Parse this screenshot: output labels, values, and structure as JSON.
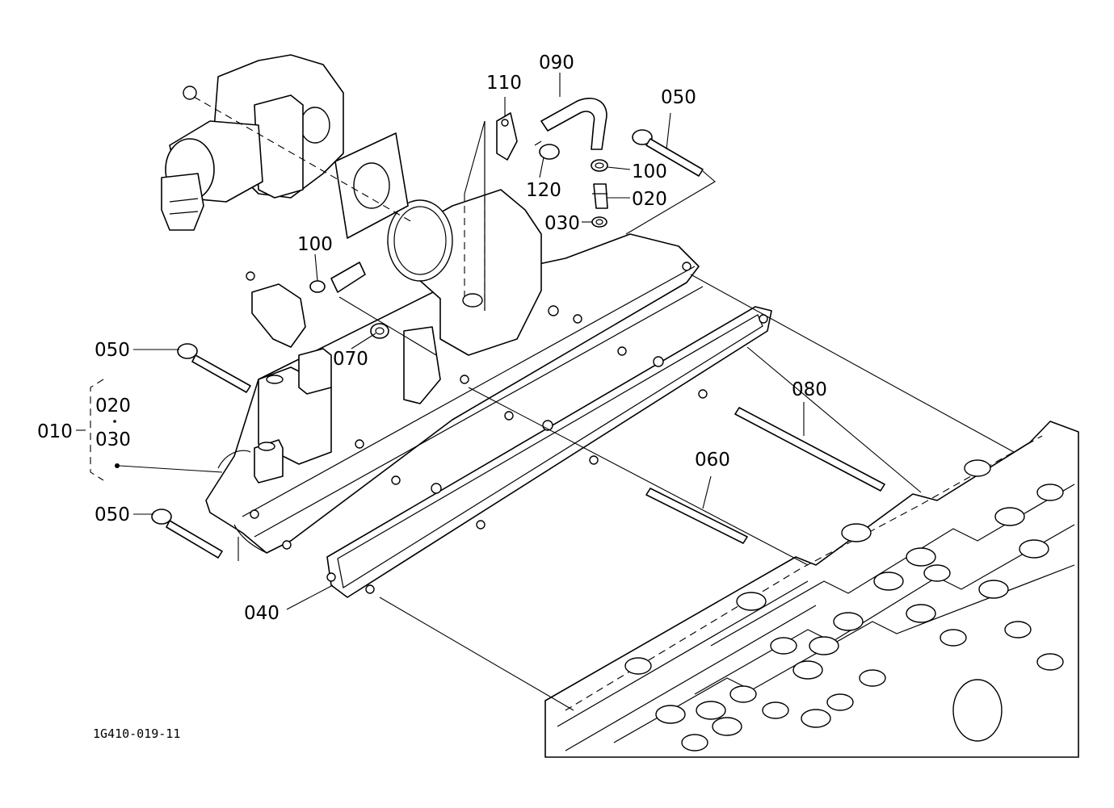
{
  "figure_ref": "1G410-019-11",
  "callouts": {
    "c110": "110",
    "c090": "090",
    "c050_top": "050",
    "c100_right": "100",
    "c120": "120",
    "c020_right": "020",
    "c030_right": "030",
    "c100_left": "100",
    "c050_left": "050",
    "c070": "070",
    "c080": "080",
    "c020_group": "020",
    "c010": "010",
    "c030_group": "030",
    "c060": "060",
    "c050_bottom": "050",
    "c040": "040"
  }
}
